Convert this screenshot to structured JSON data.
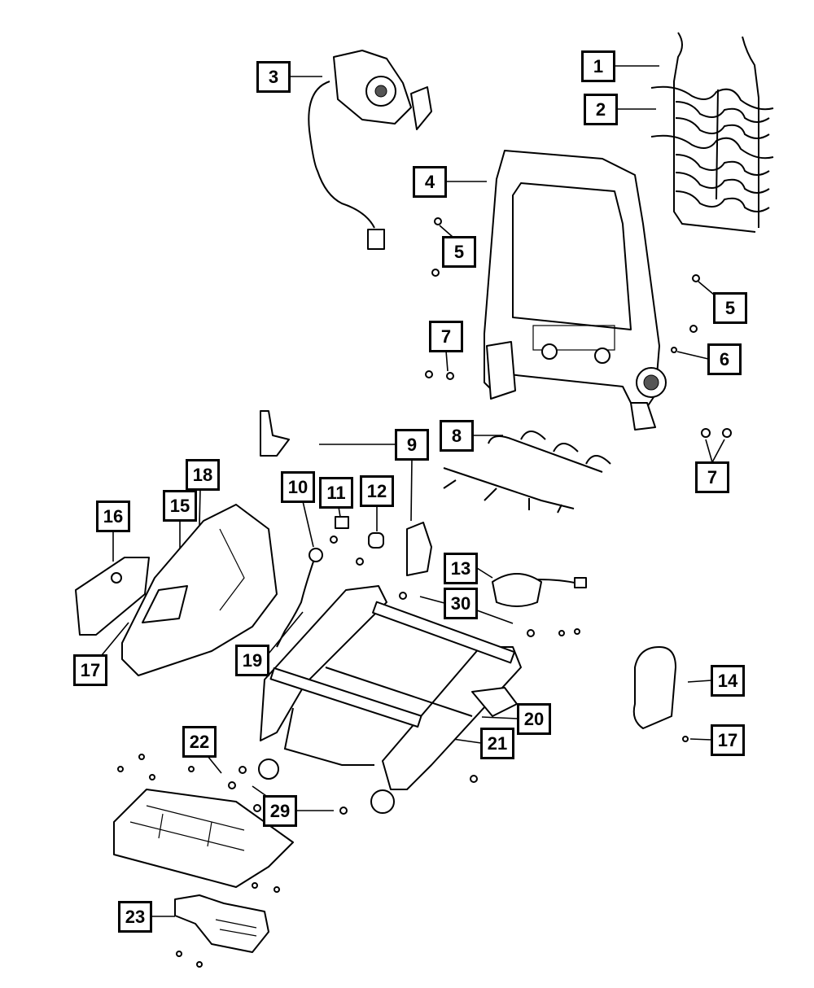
{
  "diagram": {
    "type": "exploded parts diagram",
    "callouts": [
      "1",
      "2",
      "3",
      "4",
      "5",
      "5",
      "6",
      "7",
      "7",
      "8",
      "9",
      "10",
      "11",
      "12",
      "13",
      "14",
      "15",
      "16",
      "17",
      "17",
      "18",
      "19",
      "20",
      "21",
      "22",
      "23",
      "29",
      "30"
    ],
    "colors": {
      "line": "#000000",
      "background": "#ffffff"
    }
  }
}
